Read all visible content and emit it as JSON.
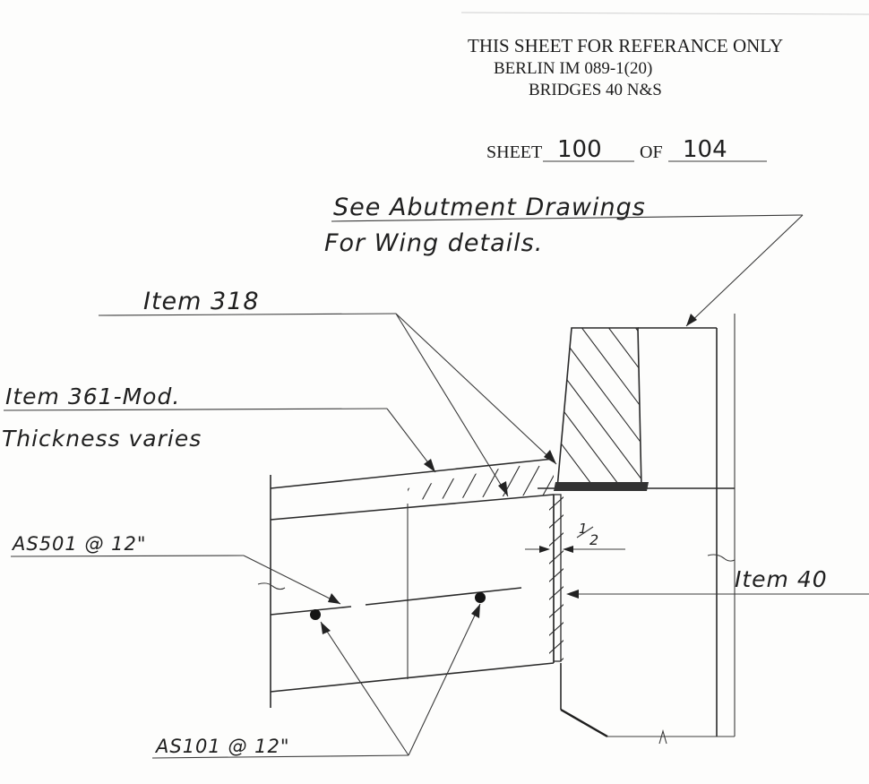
{
  "header": {
    "line1": "THIS SHEET FOR REFERANCE ONLY",
    "line2": "BERLIN    IM 089-1(20)",
    "line3": "BRIDGES 40 N&S"
  },
  "sheet": {
    "label": "SHEET",
    "number": "100",
    "of_label": "OF",
    "total": "104"
  },
  "callouts": {
    "abutment_line1": "See Abutment Drawings",
    "abutment_line2": "For Wing details.",
    "item318": "Item 318",
    "item361_line1": "Item 361-Mod.",
    "item361_line2": "Thickness varies",
    "as501": "AS501 @ 12\"",
    "as101": "AS101 @ 12\"",
    "item40": "Item 40",
    "half_numerator": "1",
    "half_denominator": "2"
  }
}
